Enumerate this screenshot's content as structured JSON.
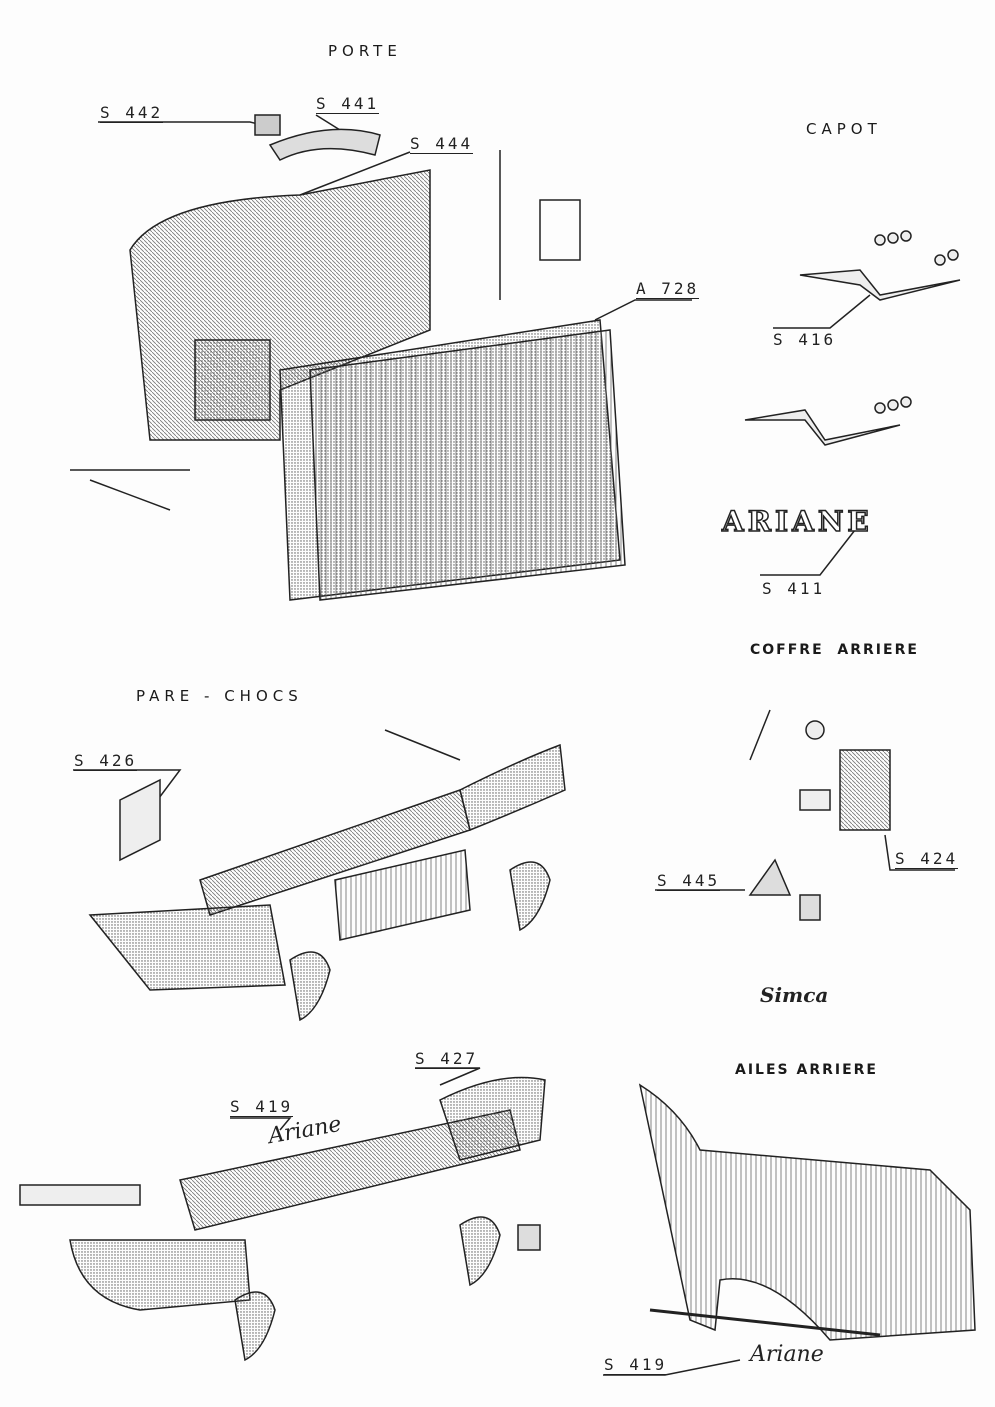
{
  "sections": {
    "porte": "PORTE",
    "capot": "CAPOT",
    "coffre": "COFFRE  ARRIERE",
    "pare_chocs": "PARE - CHOCS",
    "ailes": "AILES ARRIERE"
  },
  "refs": {
    "s442": "S 442",
    "s441": "S 441",
    "s444": "S 444",
    "a728": "A 728",
    "s416": "S 416",
    "s411": "S 411",
    "s424": "S 424",
    "s445": "S 445",
    "s426": "S 426",
    "s427": "S 427",
    "s419_front": "S 419",
    "s419_wing": "S 419"
  },
  "logos": {
    "ariane_block": "ARIANE",
    "simca": "Simca",
    "ariane_script_bumper": "Ariane",
    "ariane_script_wing": "Ariane"
  }
}
